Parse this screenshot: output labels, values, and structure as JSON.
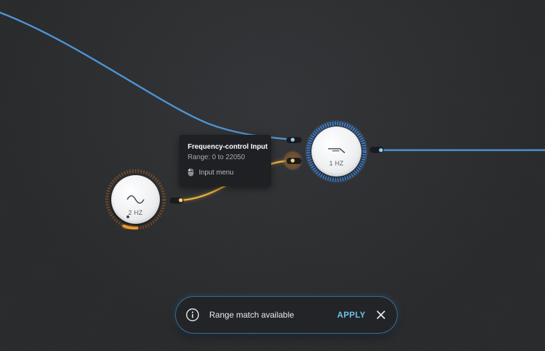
{
  "colors": {
    "background": "#2a2b2d",
    "blue_wire": "#4f93d2",
    "orange_wire": "#f2b540",
    "tooltip_bg": "#1e2024",
    "accent_apply": "#6fc2ea"
  },
  "nodes": {
    "lfo": {
      "icon": "sine-wave-icon",
      "label": "2 HZ"
    },
    "filter": {
      "icon": "lowpass-filter-icon",
      "label": "1 HZ"
    }
  },
  "tooltip": {
    "title": "Frequency-control Input",
    "range": "Range: 0 to 22050",
    "menu_icon": "mouse-icon",
    "menu_label": "Input menu"
  },
  "snackbar": {
    "icon": "info-icon",
    "message": "Range match available",
    "action_label": "APPLY",
    "close_icon": "close-icon"
  }
}
